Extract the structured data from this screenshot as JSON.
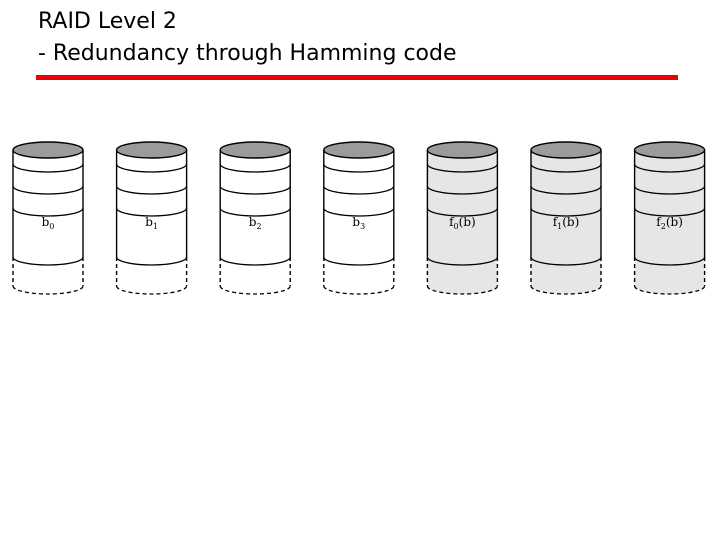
{
  "slide": {
    "title_line1": "RAID Level 2",
    "title_line2": "- Redundancy through Hamming code",
    "accent_color": "#e8000b"
  },
  "diagram": {
    "data_disk_color": "#ffffff",
    "check_disk_color": "#e6e6e6",
    "cap_color": "#9b9b9b",
    "disks": [
      {
        "label": "b",
        "sub": "0",
        "suffix": "",
        "type": "data"
      },
      {
        "label": "b",
        "sub": "1",
        "suffix": "",
        "type": "data"
      },
      {
        "label": "b",
        "sub": "2",
        "suffix": "",
        "type": "data"
      },
      {
        "label": "b",
        "sub": "3",
        "suffix": "",
        "type": "data"
      },
      {
        "label": "f",
        "sub": "0",
        "suffix": "(b)",
        "type": "check"
      },
      {
        "label": "f",
        "sub": "1",
        "suffix": "(b)",
        "type": "check"
      },
      {
        "label": "f",
        "sub": "2",
        "suffix": "(b)",
        "type": "check"
      }
    ]
  }
}
